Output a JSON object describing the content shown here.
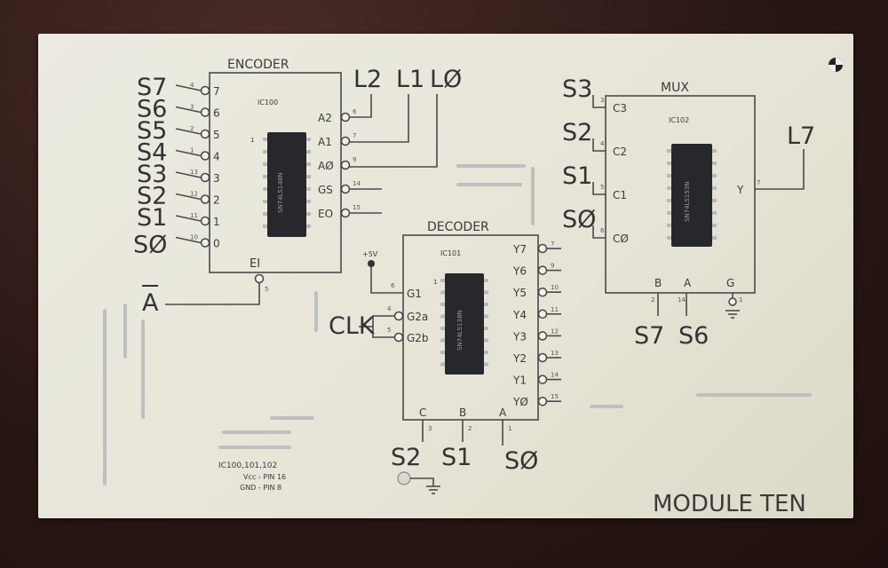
{
  "board": {
    "module_title": "MODULE TEN",
    "power_note": [
      "IC100,101,102",
      "Vcc - PIN 16",
      "GND - PIN 8"
    ]
  },
  "encoder": {
    "title": "ENCODER",
    "ic": "IC100",
    "chip_text": "SN74LS148N",
    "inputs": [
      "7",
      "6",
      "5",
      "4",
      "3",
      "2",
      "1",
      "0"
    ],
    "input_signals": [
      "S7",
      "S6",
      "S5",
      "S4",
      "S3",
      "S2",
      "S1",
      "SØ"
    ],
    "input_pin_numbers": [
      "4",
      "3",
      "2",
      "1",
      "13",
      "12",
      "11",
      "10"
    ],
    "outputs": [
      "A2",
      "A1",
      "AØ",
      "GS",
      "EO"
    ],
    "output_pin_numbers": [
      "6",
      "7",
      "9",
      "14",
      "15"
    ],
    "output_signals": [
      "L2",
      "L1",
      "LØ"
    ],
    "enable_label": "EI",
    "enable_pin": "5",
    "enable_signal": "A",
    "pin1_mark": "1"
  },
  "decoder": {
    "title": "DECODER",
    "ic": "IC101",
    "chip_text": "SN74LS138N",
    "enable_inputs": [
      "G1",
      "G2a",
      "G2b"
    ],
    "enable_pins": [
      "6",
      "4",
      "5"
    ],
    "supply_label": "+5V",
    "clock_label": "CLK",
    "outputs": [
      "Y7",
      "Y6",
      "Y5",
      "Y4",
      "Y3",
      "Y2",
      "Y1",
      "YØ"
    ],
    "output_pins": [
      "7",
      "9",
      "10",
      "11",
      "12",
      "13",
      "14",
      "15"
    ],
    "selects": [
      "C",
      "B",
      "A"
    ],
    "select_pins": [
      "3",
      "2",
      "1"
    ],
    "select_signals": [
      "S2",
      "S1",
      "SØ"
    ],
    "pin1_mark": "1"
  },
  "mux": {
    "title": "MUX",
    "ic": "IC102",
    "chip_text": "SN74LS153N",
    "inputs": [
      "C3",
      "C2",
      "C1",
      "CØ"
    ],
    "input_pins": [
      "3",
      "4",
      "5",
      "6"
    ],
    "input_signals": [
      "S3",
      "S2",
      "S1",
      "SØ"
    ],
    "output": "Y",
    "output_pin": "7",
    "output_signal": "L7",
    "selects": [
      "B",
      "A",
      "G"
    ],
    "select_pins": [
      "2",
      "14",
      "1"
    ],
    "select_signals": [
      "S7",
      "S6"
    ]
  },
  "colors": {
    "board": "#e8e6d9",
    "trace": "#4a4a4a",
    "chip": "#26282c",
    "background": "#2a1a17"
  }
}
